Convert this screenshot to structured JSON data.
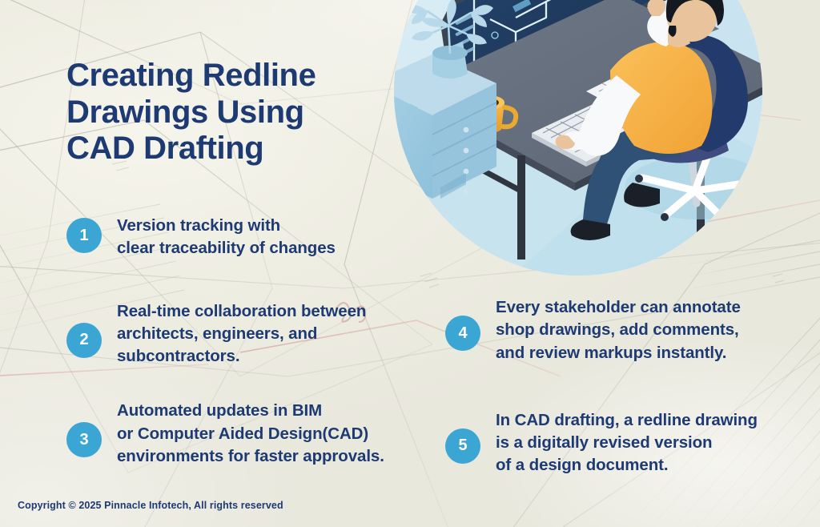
{
  "page": {
    "title_lines": [
      "Creating Redline",
      "Drawings Using",
      "CAD Drafting"
    ],
    "footer": "Copyright © 2025 Pinnacle Infotech, All rights reserved"
  },
  "colors": {
    "background": "#efeee4",
    "heading_navy": "#1e3a73",
    "badge_blue": "#3ba6d3",
    "badge_text": "#ffffff",
    "illustration_bg": "#d8eaf3",
    "screen_navy": "#1f3a5f",
    "accent_orange": "#f2a73b",
    "chair_navy": "#233a6c",
    "desk_gray": "#5a6472"
  },
  "list_left": [
    {
      "number": "1",
      "lines": [
        "Version tracking with",
        "clear traceability of changes"
      ]
    },
    {
      "number": "2",
      "lines": [
        "Real-time collaboration between",
        "architects, engineers, and",
        "subcontractors."
      ]
    },
    {
      "number": "3",
      "lines": [
        "Automated updates in BIM",
        "or Computer Aided Design(CAD)",
        "environments for faster approvals."
      ]
    }
  ],
  "list_right": [
    {
      "number": "4",
      "lines": [
        "Every stakeholder can annotate",
        "shop drawings, add comments,",
        "and review markups instantly."
      ]
    },
    {
      "number": "5",
      "lines": [
        "In CAD drafting, a redline drawing",
        "is a digitally revised version",
        "of a design document."
      ]
    }
  ],
  "illustration": {
    "name": "cad-designer-workstation-illustration",
    "elements": [
      "wall-clock-icon",
      "monitor-floor-plan-icon",
      "monitor-3d-building-icon",
      "desk-icon",
      "keyboard-icon",
      "mouse-icon",
      "coffee-mug-icon",
      "person-designer-icon",
      "office-chair-icon",
      "filing-cabinet-icon",
      "potted-plant-icon"
    ]
  }
}
